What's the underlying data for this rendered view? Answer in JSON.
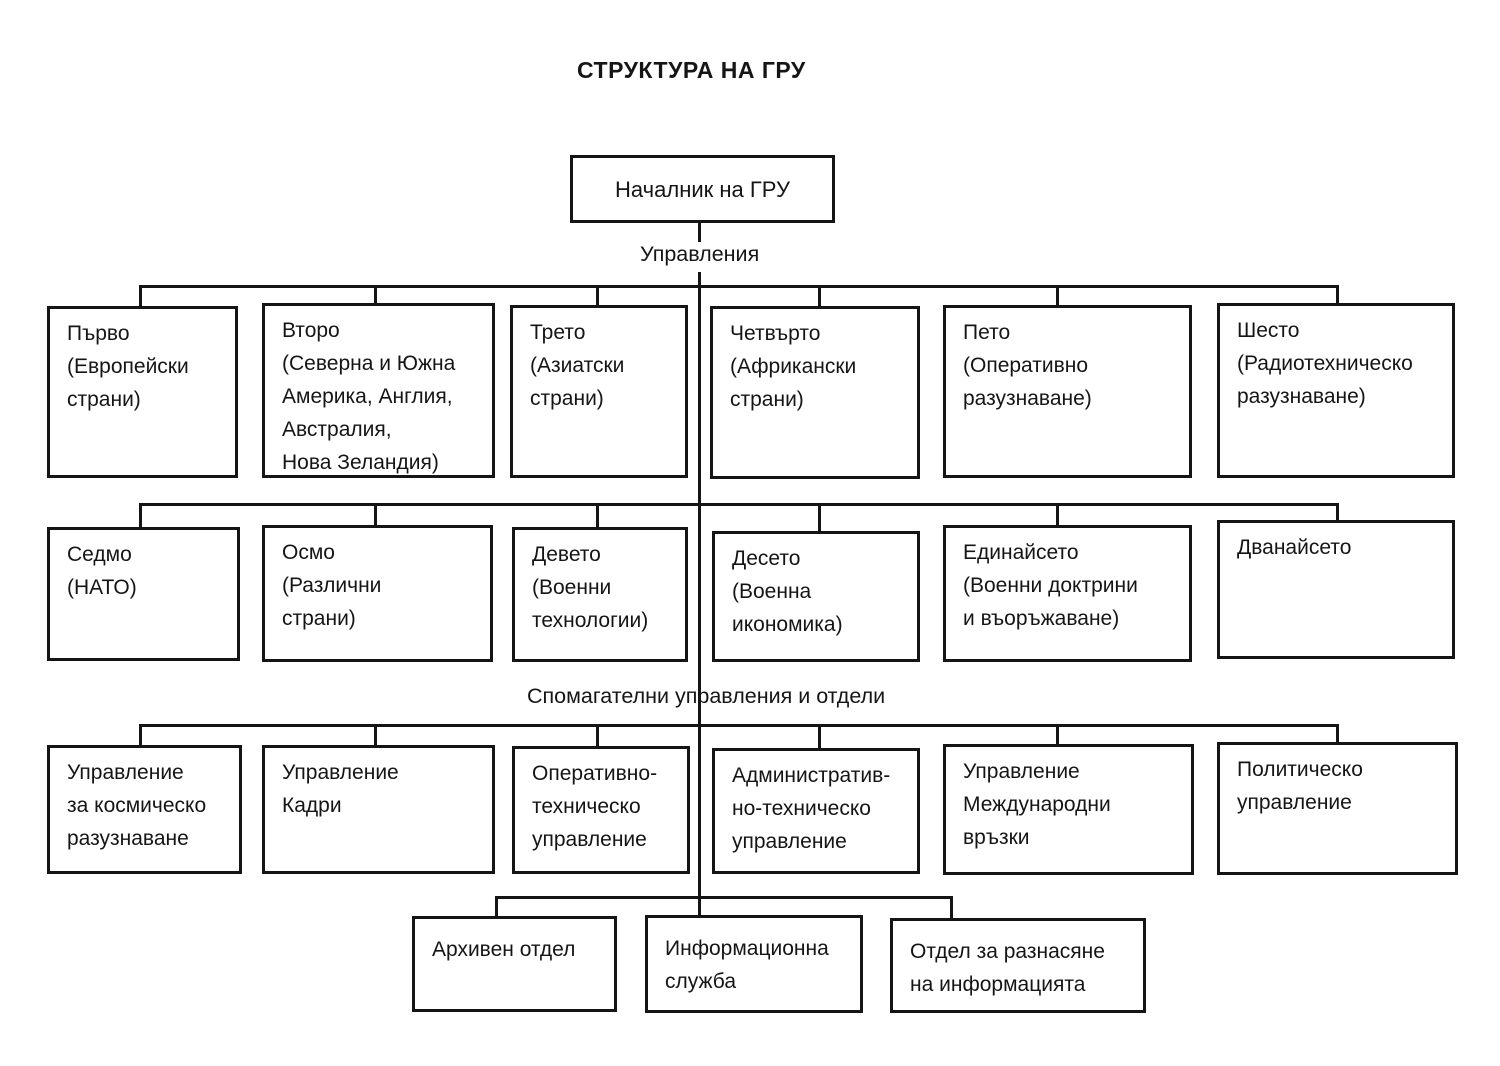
{
  "title": "СТРУКТУРА НА ГРУ",
  "root_label": "Началник на ГРУ",
  "labels": {
    "directorates": "Управления",
    "auxiliary": "Спомагателни управления и отдели"
  },
  "directorates_row1": [
    {
      "text": "Първо\n(Европейски\nстрани)"
    },
    {
      "text": "Второ\n(Северна и Южна\nАмерика, Англия,\nАвстралия,\nНова Зеландия)"
    },
    {
      "text": "Трето\n(Азиатски\nстрани)"
    },
    {
      "text": "Четвърто\n(Африкански\nстрани)"
    },
    {
      "text": "Пето\n(Оперативно\nразузнаване)"
    },
    {
      "text": "Шесто\n(Радиотехническо\nразузнаване)"
    }
  ],
  "directorates_row2": [
    {
      "text": "Седмо\n(НАТО)"
    },
    {
      "text": "Осмо\n(Различни\nстрани)"
    },
    {
      "text": "Девето\n(Военни\nтехнологии)"
    },
    {
      "text": "Десето\n(Военна\nикономика)"
    },
    {
      "text": "Единайсето\n(Военни доктрини\nи въоръжаване)"
    },
    {
      "text": "Дванайсето"
    }
  ],
  "auxiliary_row": [
    {
      "text": "Управление\nза космическо\nразузнаване"
    },
    {
      "text": "Управление\nКадри"
    },
    {
      "text": "Оперативно-\nтехническо\nуправление"
    },
    {
      "text": "Административ-\nно-техническо\nуправление"
    },
    {
      "text": "Управление\nМеждународни\nвръзки"
    },
    {
      "text": "Политическо\nуправление"
    }
  ],
  "bottom_row": [
    {
      "text": "Архивен отдел"
    },
    {
      "text": "Информационна\nслужба"
    },
    {
      "text": "Отдел за разнасяне\nна информацията"
    }
  ],
  "colors": {
    "ink": "#151515",
    "background": "#ffffff"
  }
}
